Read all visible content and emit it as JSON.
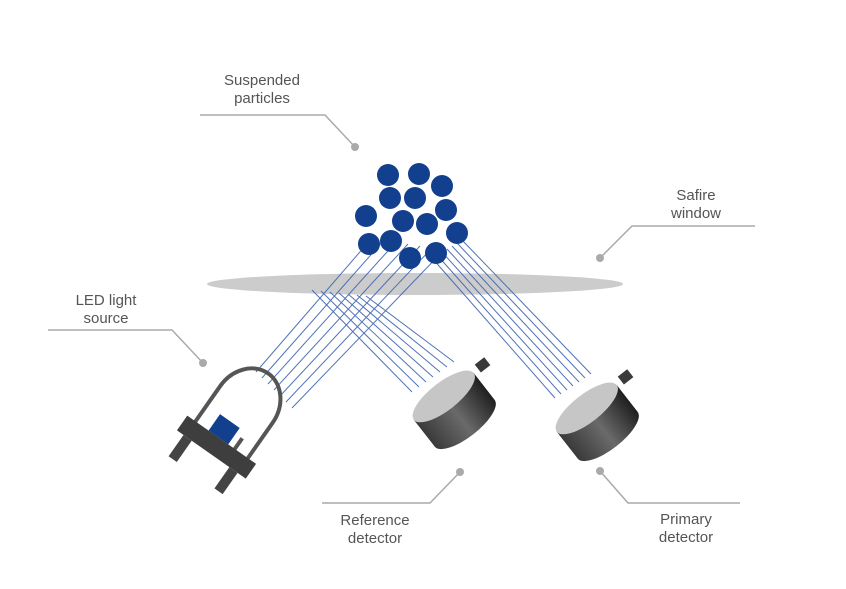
{
  "labels": {
    "particles": [
      "Suspended",
      "particles"
    ],
    "window": [
      "Safire",
      "window"
    ],
    "led": [
      "LED light",
      "source"
    ],
    "reference": [
      "Reference",
      "detector"
    ],
    "primary": [
      "Primary",
      "detector"
    ]
  },
  "colors": {
    "particle": "#133f8f",
    "beam": "#3d64b0",
    "window": "#cccccc",
    "leader": "#aaaaaa",
    "body": "#4a4a4a",
    "text": "#555555"
  }
}
